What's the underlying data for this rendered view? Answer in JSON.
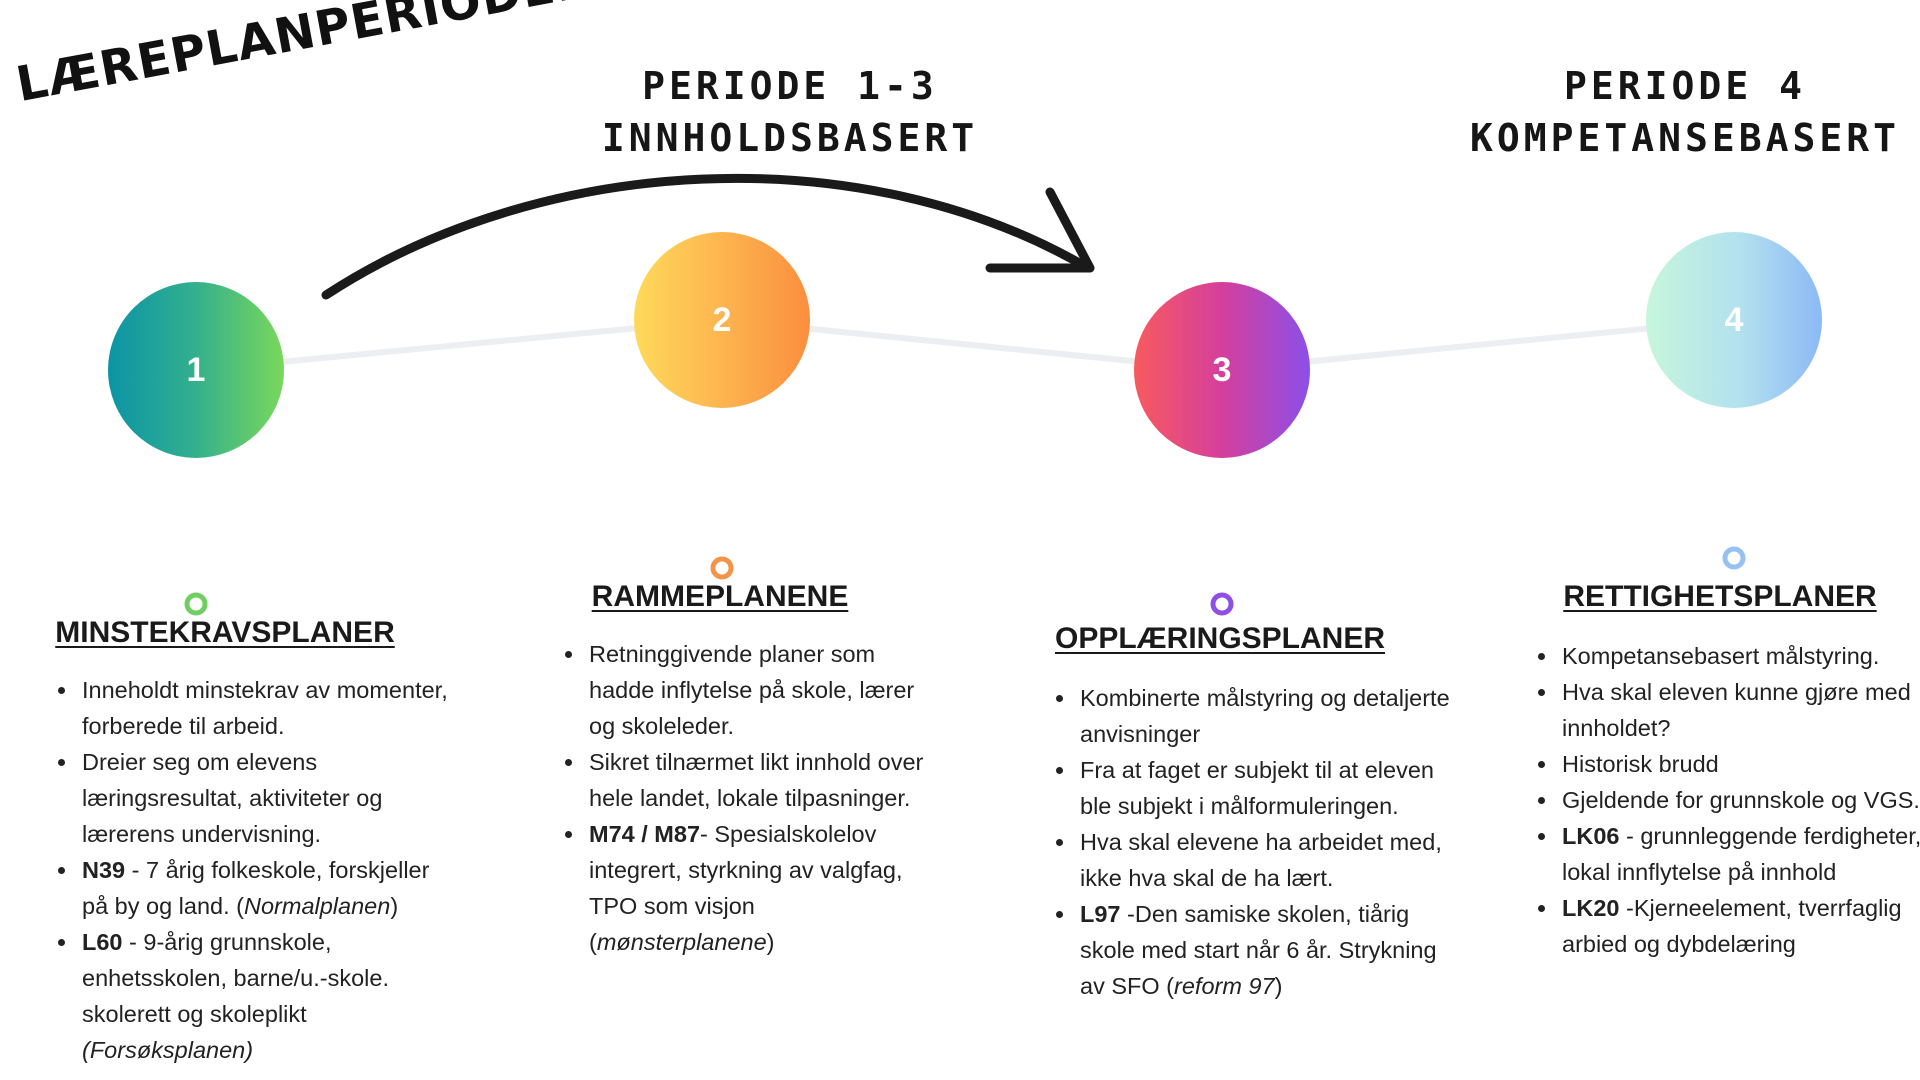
{
  "title": "LÆREPLANPERIODER",
  "period_headers": [
    {
      "line1": "PERIODE 1-3",
      "line2": "INNHOLDSBASERT"
    },
    {
      "line1": "PERIODE 4",
      "line2": "KOMPETANSEBASERT"
    }
  ],
  "colors": {
    "circle_1": [
      "#0b94a6",
      "#7ad85a"
    ],
    "circle_2": [
      "#ffd95a",
      "#fb8e3e"
    ],
    "circle_3": [
      "#f85a5e",
      "#8b4fe9"
    ],
    "circle_4": [
      "#c7f6dc",
      "#8cb9f6"
    ],
    "timeline_line": "#eceef2",
    "arrow": "#1a1a1a"
  },
  "icons": [
    "curved-arrow-icon"
  ],
  "steps": [
    {
      "number": "1",
      "title": "MINSTEKRAVSPLANER",
      "bullets": [
        {
          "text": "Inneholdt minstekrav av momenter, forberede til arbeid."
        },
        {
          "text": "Dreier seg om elevens læringsresultat, aktiviteter og lærerens undervisning."
        },
        {
          "bold": "N39",
          "text": " - 7 årig folkeskole, forskjeller på by og land. (",
          "italic": "Normalplanen",
          "after": ")"
        },
        {
          "bold": "L60",
          "text": " - 9-årig grunnskole, enhetsskolen, barne/u.-skole. skolerett og skoleplikt ",
          "italic": "(Forsøksplanen)",
          "after": ""
        }
      ]
    },
    {
      "number": "2",
      "title": "RAMMEPLANENE",
      "bullets": [
        {
          "text": "Retninggivende planer som hadde inflytelse på skole, lærer og skoleleder."
        },
        {
          "text": "Sikret tilnærmet likt innhold over hele landet, lokale tilpasninger."
        },
        {
          "bold": "M74 / M87",
          "text": "- Spesialskolelov integrert, styrkning av valgfag, TPO som visjon (",
          "italic": "mønsterplanene",
          "after": ")"
        }
      ]
    },
    {
      "number": "3",
      "title": "OPPLÆRINGSPLANER",
      "bullets": [
        {
          "text": "Kombinerte målstyring og detaljerte anvisninger"
        },
        {
          "text": "Fra at faget er subjekt til at eleven ble subjekt i målformuleringen."
        },
        {
          "text": "Hva skal elevene ha arbeidet med, ikke hva skal de ha lært."
        },
        {
          "bold": "L97",
          "text": " -Den samiske skolen, tiårig skole med start når 6 år. Strykning av SFO  (",
          "italic": "reform 97",
          "after": ")"
        }
      ]
    },
    {
      "number": "4",
      "title": "RETTIGHETSPLANER",
      "bullets": [
        {
          "text": "Kompetansebasert målstyring."
        },
        {
          "text": "Hva skal eleven kunne gjøre med innholdet?"
        },
        {
          "text": "Historisk brudd"
        },
        {
          "text": "Gjeldende for grunnskole og VGS."
        },
        {
          "bold": "LK06",
          "text": " -   grunnleggende ferdigheter, lokal innflytelse på innhold"
        },
        {
          "bold": "LK20",
          "text": " -Kjerneelement, tverrfaglig arbied og dybdelæring"
        }
      ]
    }
  ]
}
